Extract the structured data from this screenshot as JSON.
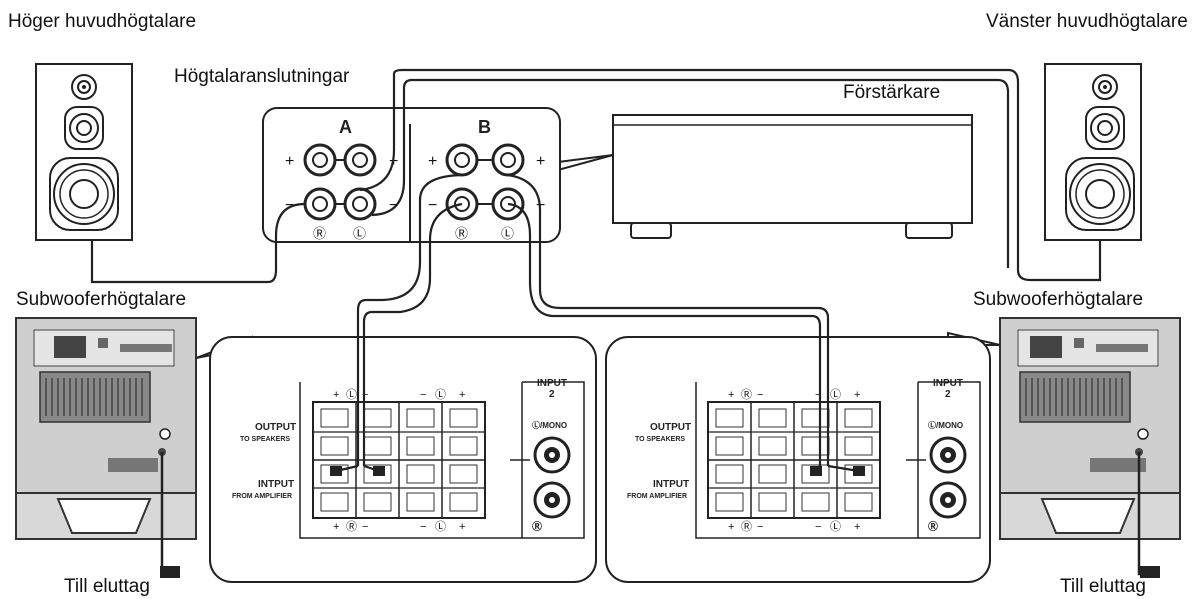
{
  "labels": {
    "right_main_speaker": "Höger huvudhögtalare",
    "left_main_speaker": "Vänster huvudhögtalare",
    "speaker_connections": "Högtalaranslutningar",
    "amplifier": "Förstärkare",
    "subwoofer_left": "Subwooferhögtalare",
    "subwoofer_right": "Subwooferhögtalare",
    "outlet_left": "Till eluttag",
    "outlet_right": "Till eluttag"
  },
  "terminals": {
    "group_a": "A",
    "group_b": "B",
    "plus": "+",
    "minus": "−",
    "right_marker": "Ⓡ",
    "left_marker": "Ⓛ"
  },
  "sub_panel": {
    "output": "OUTPUT",
    "output_sub": "TO SPEAKERS",
    "input": "INTPUT",
    "input_sub": "FROM AMPLIFIER",
    "input2": "INPUT",
    "input2_num": "2",
    "mono": "Ⓛ/MONO",
    "r": "Ⓡ"
  }
}
